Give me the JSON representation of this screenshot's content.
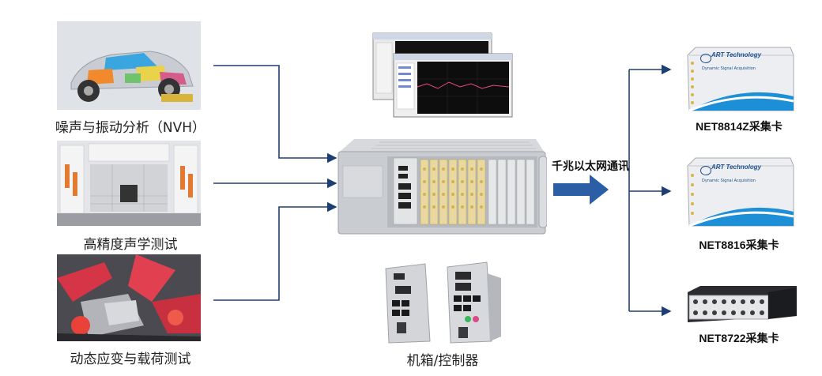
{
  "applications": [
    {
      "label": "噪声与振动分析（NVH）",
      "image_icon": "car-cutaway-icon"
    },
    {
      "label": "高精度声学测试",
      "image_icon": "anechoic-chamber-icon"
    },
    {
      "label": "动态应变与载荷测试",
      "image_icon": "robot-welding-icon"
    }
  ],
  "center": {
    "chassis_icon": "pxi-chassis-icon",
    "software_icon": "oscilloscope-software-icon",
    "controller_icon": "controller-modules-icon",
    "controller_label": "机箱/控制器",
    "link_label": "千兆以太网通讯"
  },
  "products": [
    {
      "label": "NET8814Z采集卡",
      "brand": "ART Technology",
      "tagline": "Dynamic Signal Acquisition"
    },
    {
      "label": "NET8816采集卡",
      "brand": "ART Technology",
      "tagline": "Dynamic Signal Acquisition"
    },
    {
      "label": "NET8722采集卡"
    }
  ],
  "colors": {
    "arrow": "#1f3f73",
    "big_arrow": "#2c5ea6",
    "swoosh": "#1d8fd6"
  }
}
